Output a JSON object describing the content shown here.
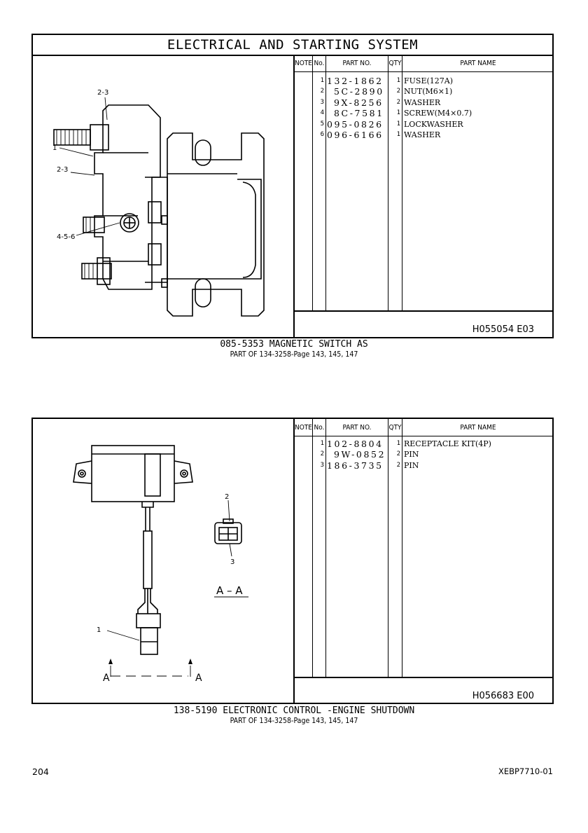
{
  "section_title": "ELECTRICAL AND STARTING SYSTEM",
  "columns": {
    "note": "NOTE",
    "no": "No.",
    "part_no": "PART NO.",
    "qty": "QTY",
    "part_name": "PART NAME"
  },
  "diagram1": {
    "callouts": [
      "2-3",
      "1",
      "2-3",
      "4-5-6"
    ],
    "illustration_code": "H055054 E03",
    "caption_title": "085-5353 MAGNETIC SWITCH AS",
    "caption_sub": "PART OF 134-3258-Page 143, 145, 147",
    "parts": [
      {
        "no": "1",
        "part_no": "132-1862",
        "qty": "1",
        "name": "FUSE(127A)"
      },
      {
        "no": "2",
        "part_no": "5C-2890",
        "qty": "2",
        "name": "NUT(M6×1)"
      },
      {
        "no": "3",
        "part_no": "9X-8256",
        "qty": "2",
        "name": "WASHER"
      },
      {
        "no": "4",
        "part_no": "8C-7581",
        "qty": "1",
        "name": "SCREW(M4×0.7)"
      },
      {
        "no": "5",
        "part_no": "095-0826",
        "qty": "1",
        "name": "LOCKWASHER"
      },
      {
        "no": "6",
        "part_no": "096-6166",
        "qty": "1",
        "name": "WASHER"
      }
    ]
  },
  "diagram2": {
    "callouts": [
      "2",
      "3",
      "1"
    ],
    "section_label": "A – A",
    "section_marker": "A",
    "illustration_code": "H056683 E00",
    "caption_title": "138-5190 ELECTRONIC CONTROL -ENGINE SHUTDOWN",
    "caption_sub": "PART OF 134-3258-Page 143, 145, 147",
    "parts": [
      {
        "no": "1",
        "part_no": "102-8804",
        "qty": "1",
        "name": "RECEPTACLE KIT(4P)"
      },
      {
        "no": "2",
        "part_no": "9W-0852",
        "qty": "2",
        "name": "PIN"
      },
      {
        "no": "3",
        "part_no": "186-3735",
        "qty": "2",
        "name": "PIN"
      }
    ]
  },
  "page_number": "204",
  "doc_code": "XEBP7710-01"
}
